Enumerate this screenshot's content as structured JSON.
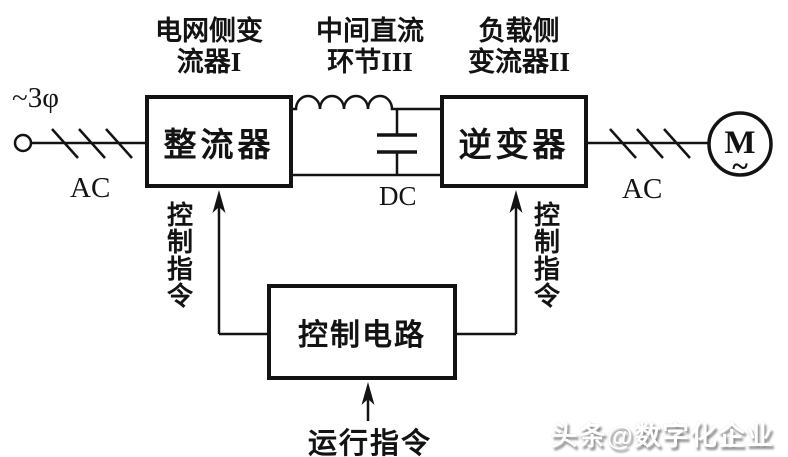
{
  "stage": {
    "top_labels": {
      "grid_side": {
        "line1": "电网侧变",
        "line2": "流器I"
      },
      "dc_link": {
        "line1": "中间直流",
        "line2": "环节III"
      },
      "load_side": {
        "line1": "负载侧",
        "line2": "变流器II"
      }
    },
    "blocks": {
      "rectifier": "整流器",
      "inverter": "逆变器",
      "control": "控制电路"
    },
    "line_labels": {
      "three_phase": "~3φ",
      "ac_in": "AC",
      "dc": "DC",
      "ac_out": "AC"
    },
    "motor": {
      "symbol": "M",
      "wave": "~"
    },
    "commands": {
      "left": "控制指令",
      "right": "控制指令",
      "run": "运行指令"
    },
    "watermark": "头条@数字化企业",
    "colors": {
      "ink": "#131313",
      "background": "#ffffff"
    }
  }
}
